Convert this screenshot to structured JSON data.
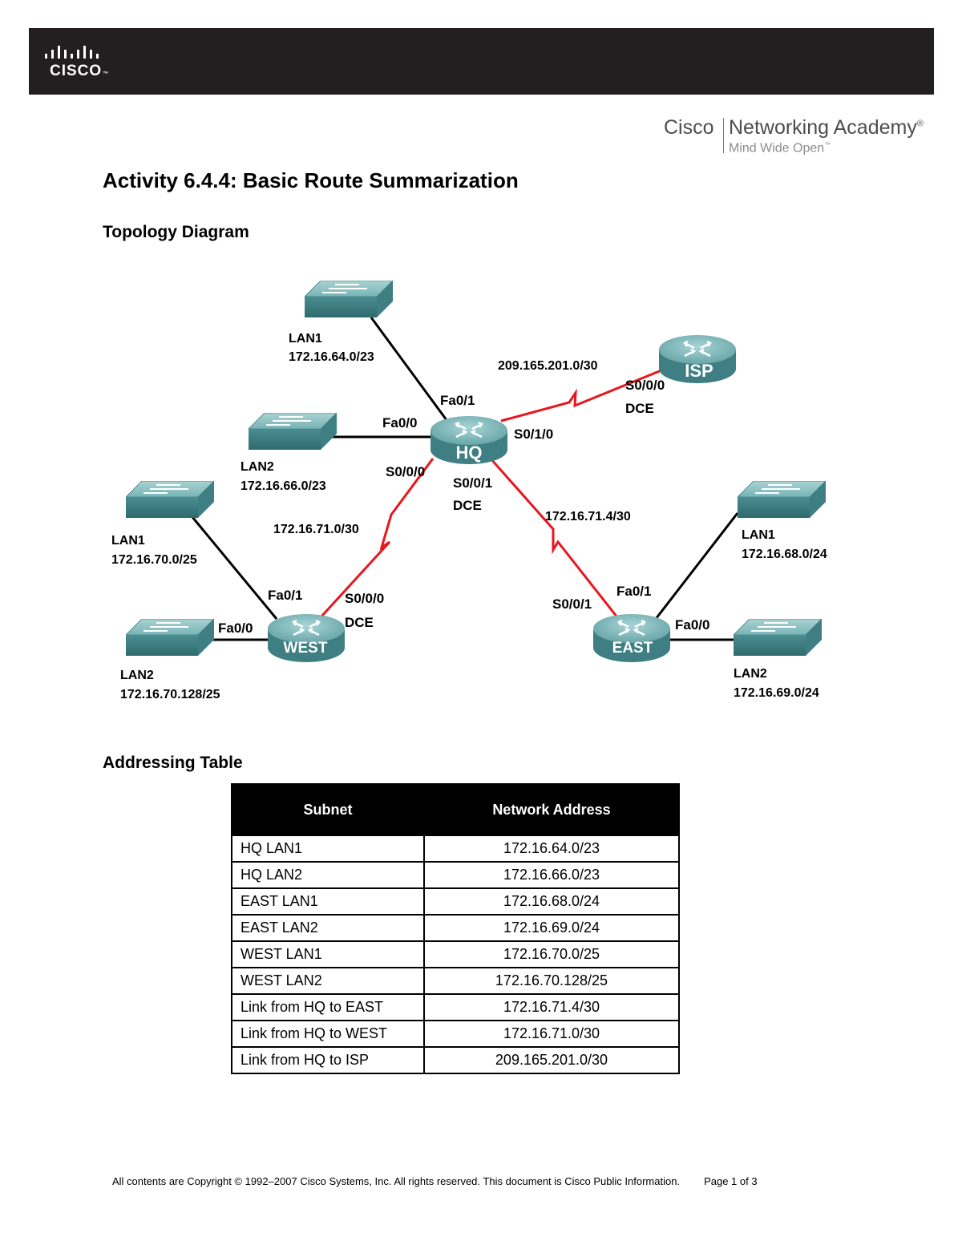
{
  "header": {
    "logo_word": "CISCO",
    "logo_tm": "™",
    "academy_brand": "Cisco",
    "academy_name": "Networking Academy",
    "academy_reg": "®",
    "academy_tagline": "Mind Wide Open",
    "academy_tagline_tm": "™"
  },
  "title": "Activity 6.4.4: Basic Route Summarization",
  "topology": {
    "heading": "Topology Diagram",
    "routers": {
      "hq": "HQ",
      "isp": "ISP",
      "west": "WEST",
      "east": "EAST"
    },
    "lans": {
      "hq_lan1_name": "LAN1",
      "hq_lan1_net": "172.16.64.0/23",
      "hq_lan2_name": "LAN2",
      "hq_lan2_net": "172.16.66.0/23",
      "west_lan1_name": "LAN1",
      "west_lan1_net": "172.16.70.0/25",
      "west_lan2_name": "LAN2",
      "west_lan2_net": "172.16.70.128/25",
      "east_lan1_name": "LAN1",
      "east_lan1_net": "172.16.68.0/24",
      "east_lan2_name": "LAN2",
      "east_lan2_net": "172.16.69.0/24"
    },
    "links": {
      "hq_isp": "209.165.201.0/30",
      "hq_west": "172.16.71.0/30",
      "hq_east": "172.16.71.4/30"
    },
    "interfaces": {
      "hq_fa01": "Fa0/1",
      "hq_fa00": "Fa0/0",
      "hq_s010": "S0/1/0",
      "hq_s000": "S0/0/0",
      "hq_s001": "S0/0/1",
      "hq_s001_dce": "DCE",
      "isp_s000": "S0/0/0",
      "isp_dce": "DCE",
      "west_fa01": "Fa0/1",
      "west_fa00": "Fa0/0",
      "west_s000": "S0/0/0",
      "west_dce": "DCE",
      "east_s001": "S0/0/1",
      "east_fa01": "Fa0/1",
      "east_fa00": "Fa0/0"
    },
    "colors": {
      "serial_link": "#e8161e",
      "ethernet_link": "#000000",
      "device_body": "#5e9ea0"
    }
  },
  "addressing": {
    "heading": "Addressing Table",
    "columns": [
      "Subnet",
      "Network Address"
    ],
    "rows": [
      [
        "HQ LAN1",
        "172.16.64.0/23"
      ],
      [
        "HQ LAN2",
        "172.16.66.0/23"
      ],
      [
        "EAST LAN1",
        "172.16.68.0/24"
      ],
      [
        "EAST LAN2",
        "172.16.69.0/24"
      ],
      [
        "WEST LAN1",
        "172.16.70.0/25"
      ],
      [
        "WEST LAN2",
        "172.16.70.128/25"
      ],
      [
        "Link from HQ to EAST",
        "172.16.71.4/30"
      ],
      [
        "Link from HQ to WEST",
        "172.16.71.0/30"
      ],
      [
        "Link from HQ to ISP",
        "209.165.201.0/30"
      ]
    ]
  },
  "footer": {
    "copyright": "All contents are Copyright © 1992–2007 Cisco Systems, Inc. All rights reserved. This document is Cisco Public Information.",
    "page": "Page 1 of 3"
  }
}
